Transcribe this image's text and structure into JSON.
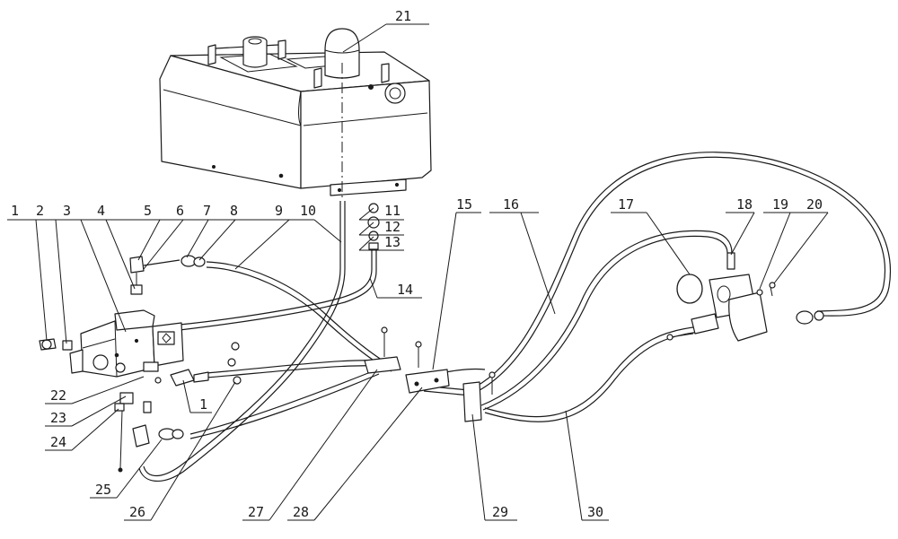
{
  "callouts": [
    {
      "id": "c1",
      "text": "1"
    },
    {
      "id": "c2",
      "text": "2"
    },
    {
      "id": "c3",
      "text": "3"
    },
    {
      "id": "c4",
      "text": "4"
    },
    {
      "id": "c5",
      "text": "5"
    },
    {
      "id": "c6",
      "text": "6"
    },
    {
      "id": "c7",
      "text": "7"
    },
    {
      "id": "c8",
      "text": "8"
    },
    {
      "id": "c9",
      "text": "9"
    },
    {
      "id": "c10",
      "text": "10"
    },
    {
      "id": "c11",
      "text": "11"
    },
    {
      "id": "c12",
      "text": "12"
    },
    {
      "id": "c13",
      "text": "13"
    },
    {
      "id": "c14",
      "text": "14"
    },
    {
      "id": "c15",
      "text": "15"
    },
    {
      "id": "c16",
      "text": "16"
    },
    {
      "id": "c17",
      "text": "17"
    },
    {
      "id": "c18",
      "text": "18"
    },
    {
      "id": "c19",
      "text": "19"
    },
    {
      "id": "c20",
      "text": "20"
    },
    {
      "id": "c21",
      "text": "21"
    },
    {
      "id": "c22",
      "text": "22"
    },
    {
      "id": "c23",
      "text": "23"
    },
    {
      "id": "c24",
      "text": "24"
    },
    {
      "id": "c25",
      "text": "25"
    },
    {
      "id": "c26",
      "text": "26"
    },
    {
      "id": "c27",
      "text": "27"
    },
    {
      "id": "c28",
      "text": "28"
    },
    {
      "id": "c29",
      "text": "29"
    },
    {
      "id": "c30",
      "text": "30"
    },
    {
      "id": "c1b",
      "text": "1"
    }
  ]
}
